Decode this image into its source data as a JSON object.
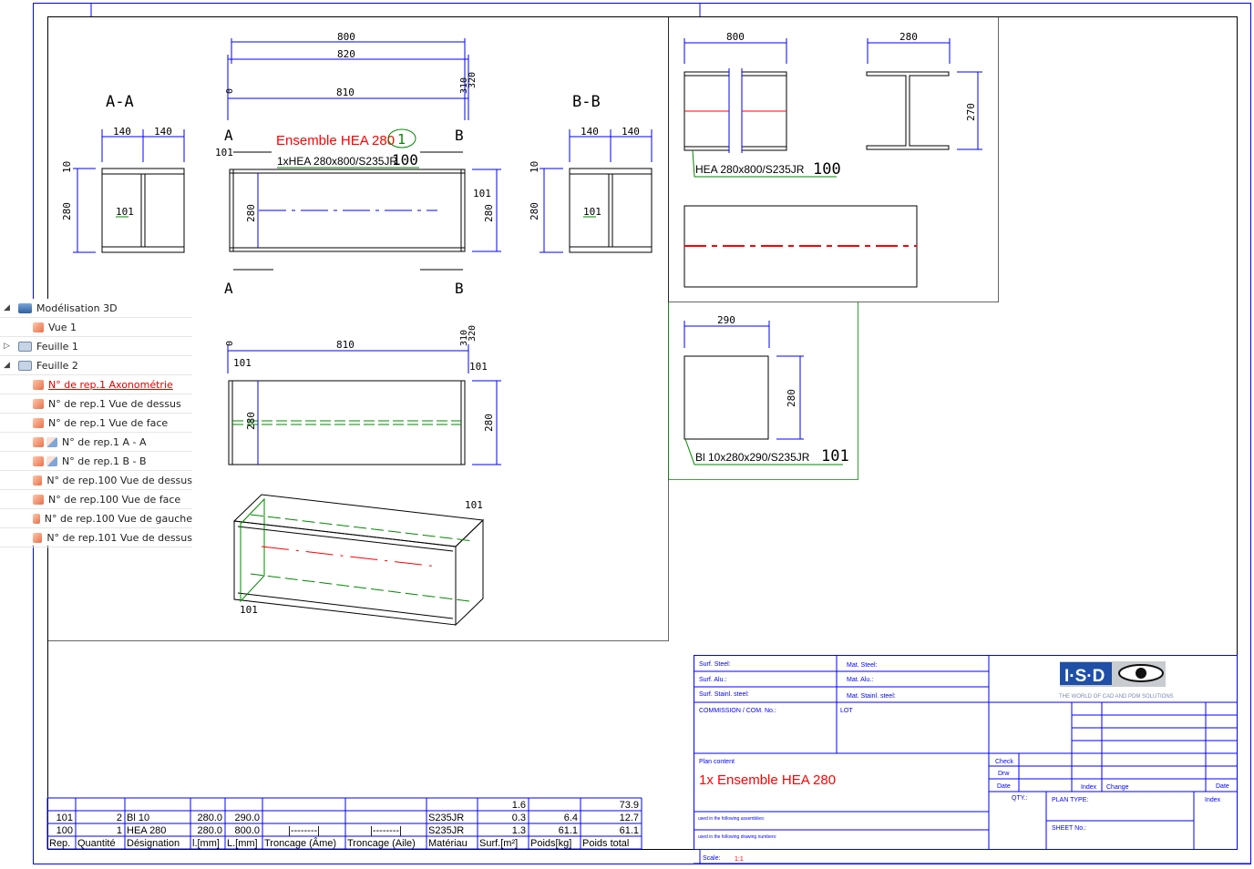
{
  "tree": {
    "items": [
      {
        "label": "Modélisation 3D",
        "state": "expanded"
      },
      {
        "label": "Vue 1"
      },
      {
        "label": "Feuille 1",
        "state": "collapsed"
      },
      {
        "label": "Feuille 2",
        "state": "expanded"
      },
      {
        "label": "N° de rep.1 Axonométrie",
        "selected": true
      },
      {
        "label": "N° de rep.1 Vue de dessus"
      },
      {
        "label": "N° de rep.1 Vue de face"
      },
      {
        "label": "N° de rep.1 A - A"
      },
      {
        "label": "N° de rep.1 B - B"
      },
      {
        "label": "N° de rep.100 Vue de dessus"
      },
      {
        "label": "N° de rep.100 Vue de face"
      },
      {
        "label": "N° de rep.100 Vue de gauche"
      },
      {
        "label": "N° de rep.101 Vue de dessus"
      }
    ]
  },
  "drawing": {
    "section_aa": "A-A",
    "section_bb": "B-B",
    "sec_a": "A",
    "sec_b": "B",
    "dim_140": "140",
    "dim_280": "280",
    "dim_10": "10",
    "dim_0": "0",
    "dim_800": "800",
    "dim_820": "820",
    "dim_810": "810",
    "dim_310": "310",
    "dim_320": "320",
    "dim_290": "290",
    "dim_270": "270",
    "assembly_title": "Ensemble HEA 280",
    "assembly_no": "1",
    "part100_label": "1xHEA 280x800/S235JR",
    "part100_label2": "HEA 280x800/S235JR",
    "part100_no": "100",
    "part101_no": "101",
    "part101_label": "Bl 10x280x290/S235JR"
  },
  "parts_table": {
    "headers": [
      "Rep.",
      "Quantité",
      "Désignation",
      "l.[mm]",
      "L.[mm]",
      "Troncage (Âme)",
      "Troncage (Aile)",
      "Matériau",
      "Surf.[m²]",
      "Poids[kg]",
      "Poids total"
    ],
    "rows": [
      [
        "",
        "",
        "",
        "",
        "",
        "",
        "",
        "",
        "1.6",
        "",
        "73.9"
      ],
      [
        "101",
        "2",
        "Bl 10",
        "280.0",
        "290.0",
        "",
        "",
        "S235JR",
        "0.3",
        "6.4",
        "12.7"
      ],
      [
        "100",
        "1",
        "HEA 280",
        "280.0",
        "800.0",
        "|--------|",
        "|--------|",
        "S235JR",
        "1.3",
        "61.1",
        "61.1"
      ]
    ]
  },
  "title_block": {
    "surf_steel": "Surf. Steel:",
    "mat_steel": "Mat. Steel:",
    "surf_alu": "Surf. Alu.:",
    "mat_alu": "Mat. Alu.:",
    "surf_stainl": "Surf. Stainl. steel:",
    "mat_stainl": "Mat. Stainl. steel:",
    "commission": "COMMISSION / COM. No.:",
    "lot": "LOT",
    "logo_text": "I·S·D",
    "logo_tagline": "THE WORLD OF CAD AND PDM SOLUTIONS",
    "plan_content_label": "Plan content",
    "plan_content": "1x Ensemble HEA 280",
    "used_assemblies": "used in the following assemblies:",
    "used_drawings": "used in the following drawing numbers:",
    "check": "Check",
    "drw": "Drw",
    "date": "Date",
    "index": "Index",
    "change": "Change",
    "date2": "Date",
    "qty": "QTY.:",
    "plan_type": "PLAN TYPE:",
    "sheet_no": "SHEET No.:",
    "index2": "Index",
    "scale_label": "Scale:",
    "scale": "1:1"
  },
  "colors": {
    "frame": "#0000ff",
    "title": "#ff0000",
    "leader": "#008000",
    "line": "#000000"
  }
}
